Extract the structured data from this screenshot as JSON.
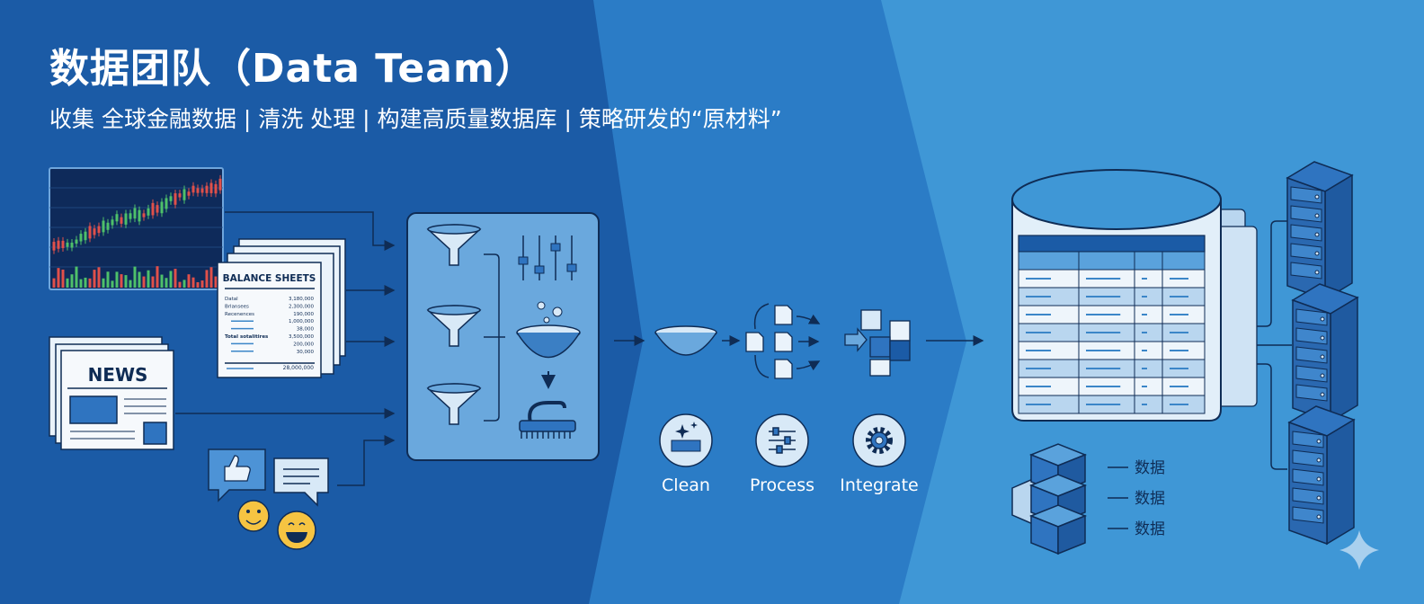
{
  "header": {
    "title": "数据团队（Data Team）",
    "subtitle": "收集 全球金融数据 | 清洗 处理 | 构建高质量数据库 | 策略研发的“原材料”"
  },
  "sources": {
    "balance_sheet": {
      "title": "BALANCE SHEETS",
      "rows": [
        {
          "label": "Datal",
          "value": "3,180,000"
        },
        {
          "label": "Brlansees",
          "value": "2,300,000"
        },
        {
          "label": "Recenences",
          "value": "190,000"
        },
        {
          "label": "",
          "value": "1,000,000"
        },
        {
          "label": "",
          "value": "38,000"
        },
        {
          "label": "Total sotalitires",
          "value": "3,500,000"
        },
        {
          "label": "",
          "value": "200,000"
        },
        {
          "label": "",
          "value": "30,000"
        }
      ],
      "total": "28,000,000"
    },
    "news_label": "NEWS"
  },
  "pipeline": {
    "steps": [
      {
        "label": "Clean",
        "icon": "sparkle-wash-icon"
      },
      {
        "label": "Process",
        "icon": "sliders-icon"
      },
      {
        "label": "Integrate",
        "icon": "gear-icon"
      }
    ]
  },
  "storage": {
    "cube_labels": [
      "数据",
      "数据",
      "数据"
    ]
  },
  "colors": {
    "panel_left": "#1b5ba6",
    "panel_mid": "#2b7cc6",
    "panel_right": "#3f97d6",
    "outline": "#0f2c55",
    "accent_light": "#d8e9f7"
  }
}
